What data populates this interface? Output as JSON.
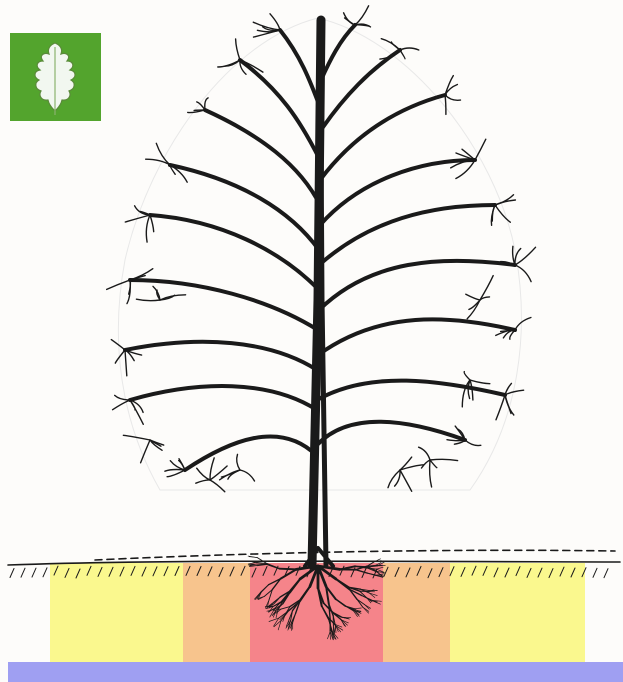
{
  "badge": {
    "icon": "oak-leaf-icon",
    "background_color": "#53a42d",
    "leaf_color": "#f2f7f0"
  },
  "root_zones": [
    {
      "name": "outer-left",
      "color": "#f9f64c"
    },
    {
      "name": "middle-left",
      "color": "#f3a24a"
    },
    {
      "name": "inner",
      "color": "#f03a46"
    },
    {
      "name": "middle-right",
      "color": "#f3a24a"
    },
    {
      "name": "outer-right",
      "color": "#f9f64c"
    }
  ],
  "water_band_color": "#9f9ff2",
  "ink_color": "#1a1a1a"
}
